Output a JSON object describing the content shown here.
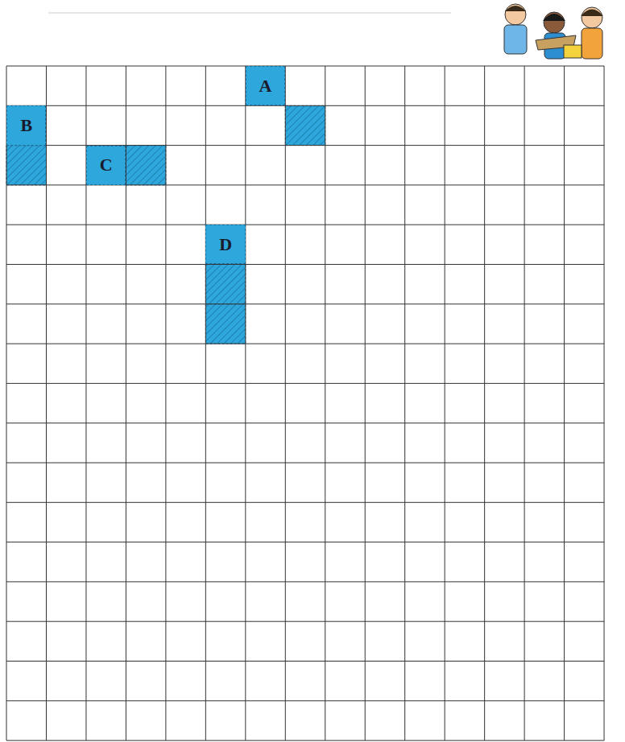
{
  "diagram": {
    "nodes": [
      {
        "text": [
          "A"
        ]
      },
      {
        "text": [
          "B"
        ]
      },
      {
        "text": [
          "C"
        ]
      },
      {
        "text": [
          "D"
        ]
      }
    ]
  }
}
